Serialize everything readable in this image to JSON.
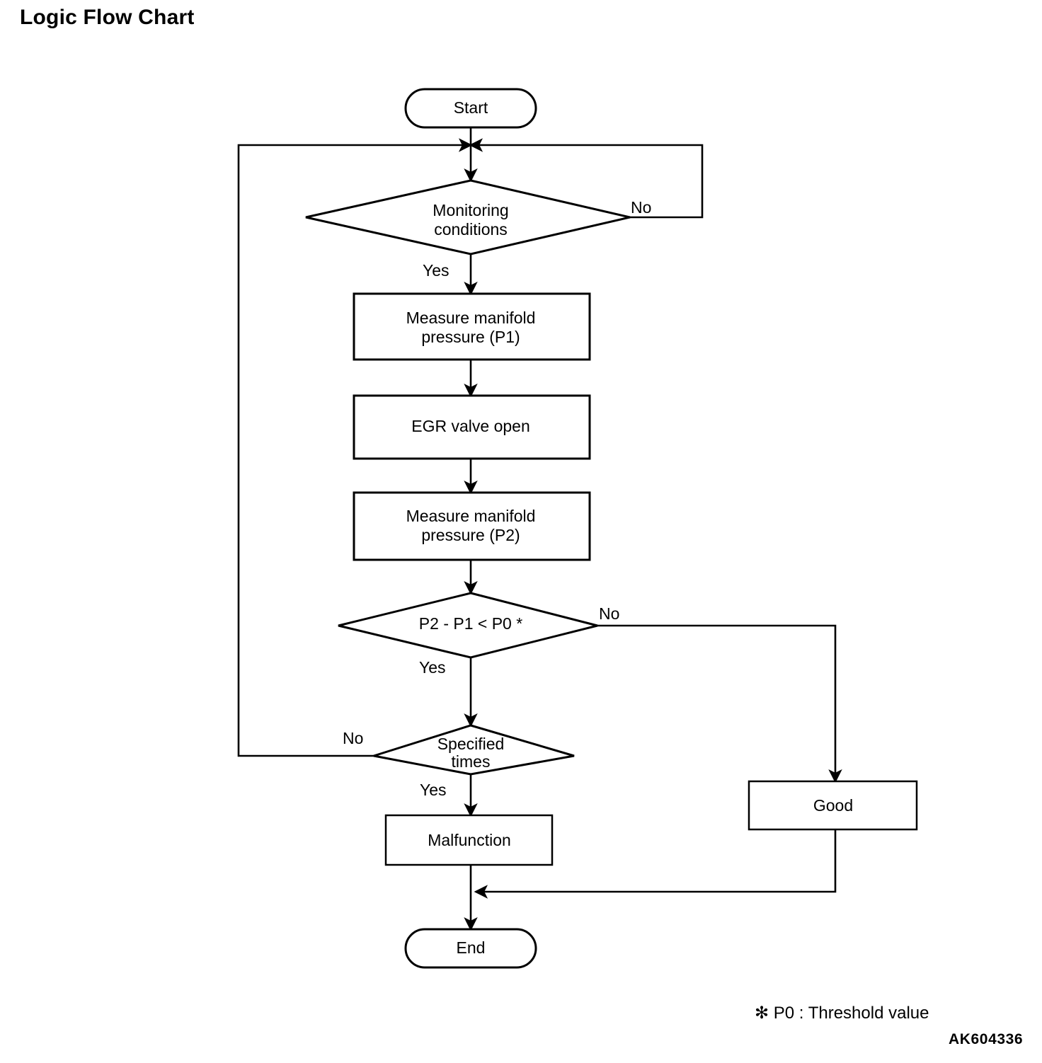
{
  "title": "Logic Flow Chart",
  "footnote": "✻ P0 : Threshold value",
  "doc_code": "AK604336",
  "colors": {
    "stroke": "#000000",
    "fill": "#ffffff",
    "text": "#000000"
  },
  "nodes": {
    "start": {
      "label": "Start",
      "shape": "terminator"
    },
    "monitoring": {
      "label_line1": "Monitoring",
      "label_line2": "conditions",
      "shape": "decision"
    },
    "measure_p1": {
      "label_line1": "Measure manifold",
      "label_line2": "pressure (P1)",
      "shape": "process"
    },
    "egr_valve": {
      "label": "EGR valve open",
      "shape": "process"
    },
    "measure_p2": {
      "label_line1": "Measure manifold",
      "label_line2": "pressure (P2)",
      "shape": "process"
    },
    "compare": {
      "label": "P2 - P1 < P0 *",
      "shape": "decision"
    },
    "specified_times": {
      "label_line1": "Specified",
      "label_line2": "times",
      "shape": "decision"
    },
    "malfunction": {
      "label": "Malfunction",
      "shape": "process"
    },
    "good": {
      "label": "Good",
      "shape": "process"
    },
    "end": {
      "label": "End",
      "shape": "terminator"
    }
  },
  "edge_labels": {
    "monitoring_no": "No",
    "monitoring_yes": "Yes",
    "compare_no": "No",
    "compare_yes": "Yes",
    "specified_no": "No",
    "specified_yes": "Yes"
  }
}
